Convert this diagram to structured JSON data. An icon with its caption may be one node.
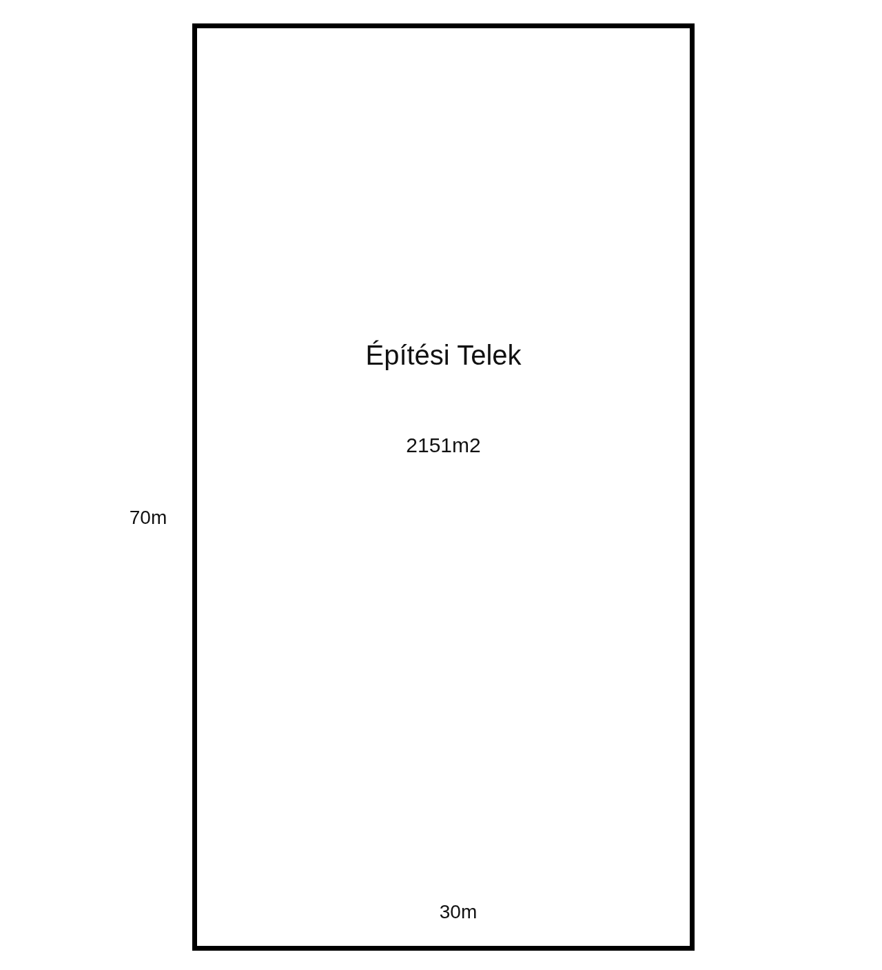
{
  "diagram": {
    "nodes": [
      {
        "text": [
          "Építési Telek",
          "2151m2"
        ]
      }
    ],
    "labels": [
      "70m",
      "30m"
    ]
  }
}
